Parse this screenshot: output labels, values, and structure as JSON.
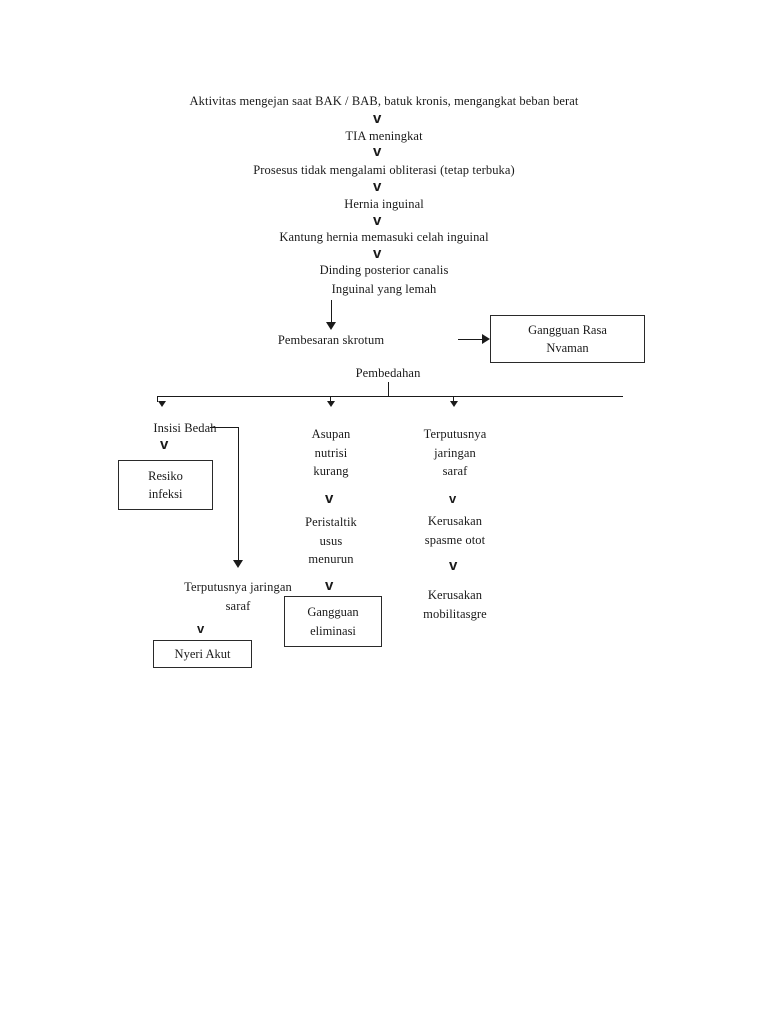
{
  "diagram": {
    "title": "Pathway hernia inguinalis",
    "background_color": "#ffffff",
    "line_color": "#1a1a1a",
    "text_color": "#1a1a1a",
    "nodes": {
      "n1": "Aktivitas mengejan saat BAK / BAB, batuk kronis, mengangkat beban berat",
      "n2": "TIA meningkat",
      "n3": "Prosesus tidak mengalami obliterasi (tetap terbuka)",
      "n4": "Hernia inguinal",
      "n5": "Kantung hernia memasuki celah inguinal",
      "n6": "Dinding posterior canalis\nInguinal yang lemah",
      "n7": "Pembesaran skrotum",
      "n8": "Gangguan Rasa\nNvaman",
      "n9": "Pembedahan",
      "b1_1": "Insisi Bedah",
      "b1_2": "Resiko\ninfeksi",
      "b1_3": "Terputusnya jaringan\nsaraf",
      "b1_4": "Nyeri Akut",
      "b2_1": "Asupan\nnutrisi\nkurang",
      "b2_2": "Peristaltik\nusus\nmenurun",
      "b2_3": "Gangguan\neliminasi",
      "b3_1": "Terputusnya\njaringan\nsaraf",
      "b3_2": "Kerusakan\nspasme otot",
      "b3_3": "Kerusakan\nmobilitasgre"
    },
    "glyphs": {
      "chevron": "v"
    }
  }
}
